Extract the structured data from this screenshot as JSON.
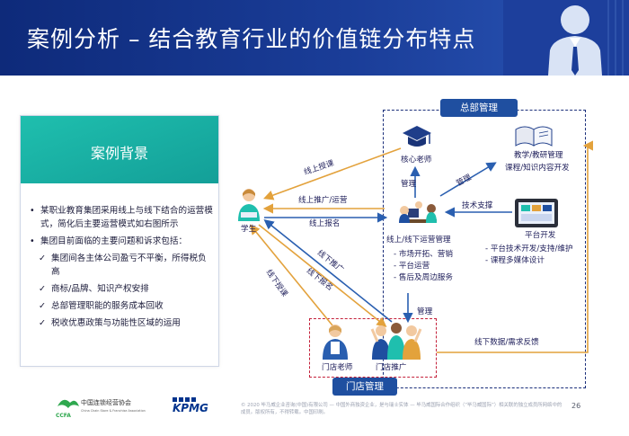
{
  "header": {
    "title": "案例分析 – 结合教育行业的价值链分布特点"
  },
  "case": {
    "heading": "案例背景",
    "bullets": [
      "某职业教育集团采用线上与线下结合的运营模式，简化后主要运营模式如右图所示",
      "集团目前面临的主要问题和诉求包括："
    ],
    "checks": [
      "集团间各主体公司盈亏不平衡，所得税负高",
      "商标/品牌、知识产权安排",
      "总部管理职能的服务成本回收",
      "税收优惠政策与功能性区域的运用"
    ],
    "check_symbol": "✓"
  },
  "diagram": {
    "hq_tag": "总部管理",
    "store_tag": "门店管理",
    "student": "学生",
    "core_teacher": "核心老师",
    "teaching": "教学/教研管理",
    "teaching_sub": "课程/知识内容开发",
    "ops": "线上/线下运营管理",
    "ops_list": [
      "- 市场开拓、营销",
      "- 平台运营",
      "- 售后及周边服务"
    ],
    "platform": "平台开发",
    "platform_list": [
      "- 平台技术开发/支持/维护",
      "- 课程多媒体设计"
    ],
    "store_teacher": "门店老师",
    "store_promo": "门店推广",
    "edges": {
      "online_teaching": "线上授课",
      "online_promo": "线上推广/运营",
      "online_signup": "线上报名",
      "manage_left": "管理",
      "manage_right": "管理",
      "tech_support": "技术支撑",
      "manage_bottom": "管理",
      "offline_teaching": "线下授课",
      "offline_promo": "线下推广",
      "offline_signup": "线下报名",
      "offline_data": "线下数据/需求反馈"
    }
  },
  "footer": {
    "logo_cn": "中国连锁经营协会",
    "logo_sub": "China Chain Store & Franchise Association",
    "logo_mark": "CCFA",
    "kpmg": "KPMG",
    "copyright": "© 2020 毕马威企业咨询(中国)有限公司 — 中国外商独资企业，是与瑞士实体 — 毕马威国际合作组织（“毕马威国际”）相关联的独立成员所网络中的成员。版权所有，不得转载。中国印刷。",
    "page": "26"
  },
  "colors": {
    "header_bg": "#1a3d98",
    "teal": "#1fbfae",
    "hq_blue": "#1f4fa0",
    "store_red": "#c4203a",
    "line_gold": "#e3a23c",
    "line_blue": "#2a5fb0"
  }
}
